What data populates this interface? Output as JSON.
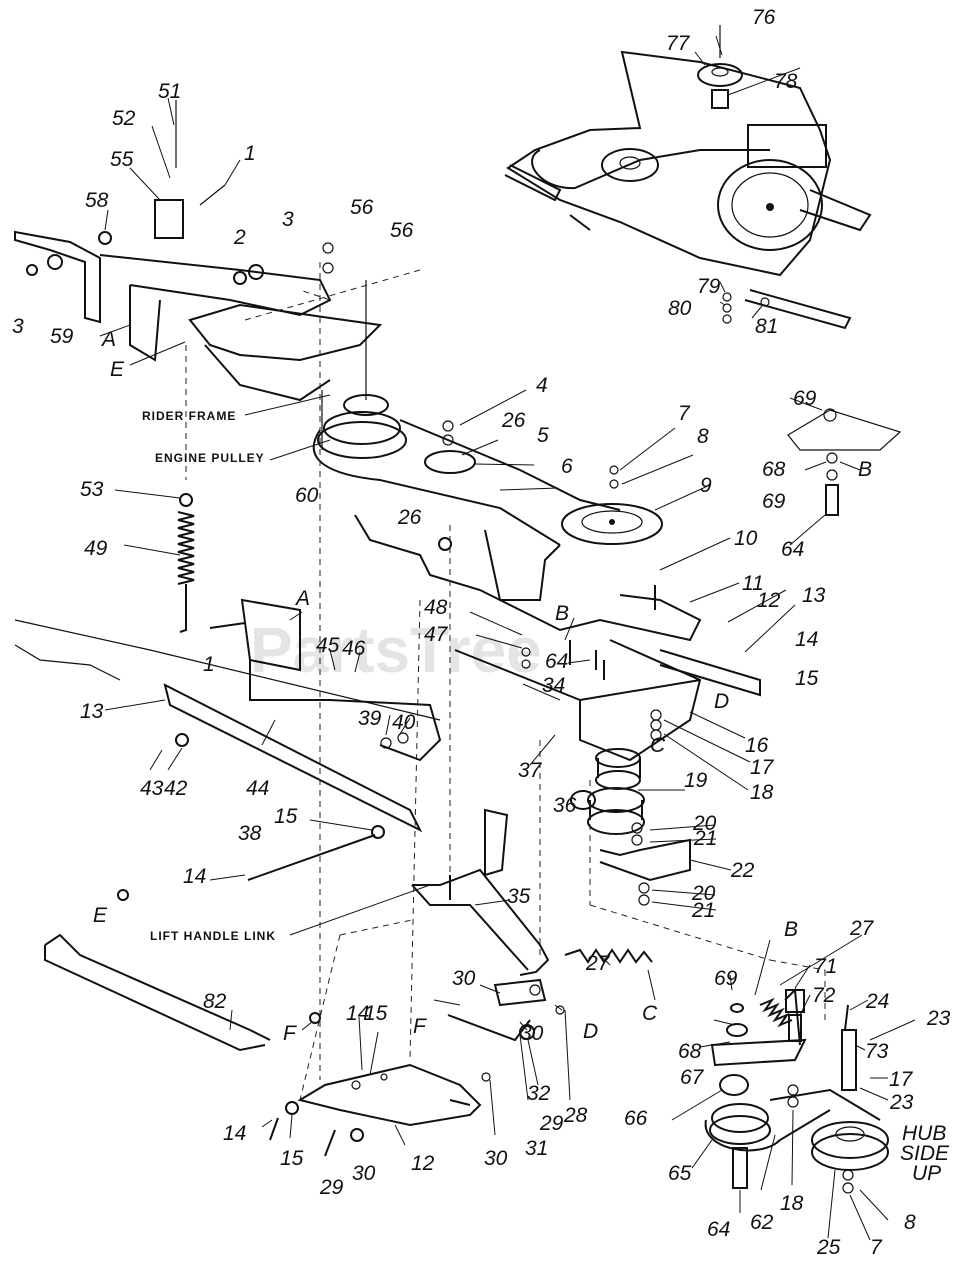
{
  "watermark": "PartsTree",
  "captions": {
    "rider_frame": "RIDER FRAME",
    "engine_pulley": "ENGINE PULLEY",
    "lift_handle_link": "LIFT HANDLE LINK",
    "hub_side_up": [
      "HUB",
      "SIDE",
      "UP"
    ]
  },
  "callouts": {
    "c1": "1",
    "c2": "2",
    "c3": "3",
    "c4": "4",
    "c5": "5",
    "c6": "6",
    "c7": "7",
    "c8": "8",
    "c9": "9",
    "c10": "10",
    "c11": "11",
    "c12": "12",
    "c13": "13",
    "c14": "14",
    "c15": "15",
    "c16": "16",
    "c17": "17",
    "c18": "18",
    "c19": "19",
    "c20": "20",
    "c21": "21",
    "c22": "22",
    "c23": "23",
    "c24": "24",
    "c25": "25",
    "c26": "26",
    "c27": "27",
    "c28": "28",
    "c29": "29",
    "c30": "30",
    "c31": "31",
    "c32": "32",
    "c34": "34",
    "c35": "35",
    "c36": "36",
    "c37": "37",
    "c38": "38",
    "c39": "39",
    "c40": "40",
    "c42": "42",
    "c43": "43",
    "c44": "44",
    "c45": "45",
    "c46": "46",
    "c47": "47",
    "c48": "48",
    "c49": "49",
    "c51": "51",
    "c52": "52",
    "c53": "53",
    "c55": "55",
    "c56": "56",
    "c58": "58",
    "c59": "59",
    "c60": "60",
    "c62": "62",
    "c64": "64",
    "c65": "65",
    "c66": "66",
    "c67": "67",
    "c68": "68",
    "c69": "69",
    "c71": "71",
    "c72": "72",
    "c73": "73",
    "c76": "76",
    "c77": "77",
    "c78": "78",
    "c79": "79",
    "c80": "80",
    "c81": "81",
    "c82": "82",
    "lA": "A",
    "lB": "B",
    "lC": "C",
    "lD": "D",
    "lE": "E",
    "lF": "F"
  }
}
